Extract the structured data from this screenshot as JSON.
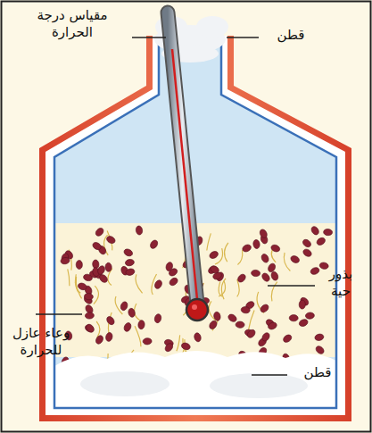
{
  "diagram": {
    "labels": [
      "مقياس درجة الحرارة",
      "قطن",
      "بذور حية",
      "وعاء عازل للحرارة",
      "قطن"
    ]
  }
}
